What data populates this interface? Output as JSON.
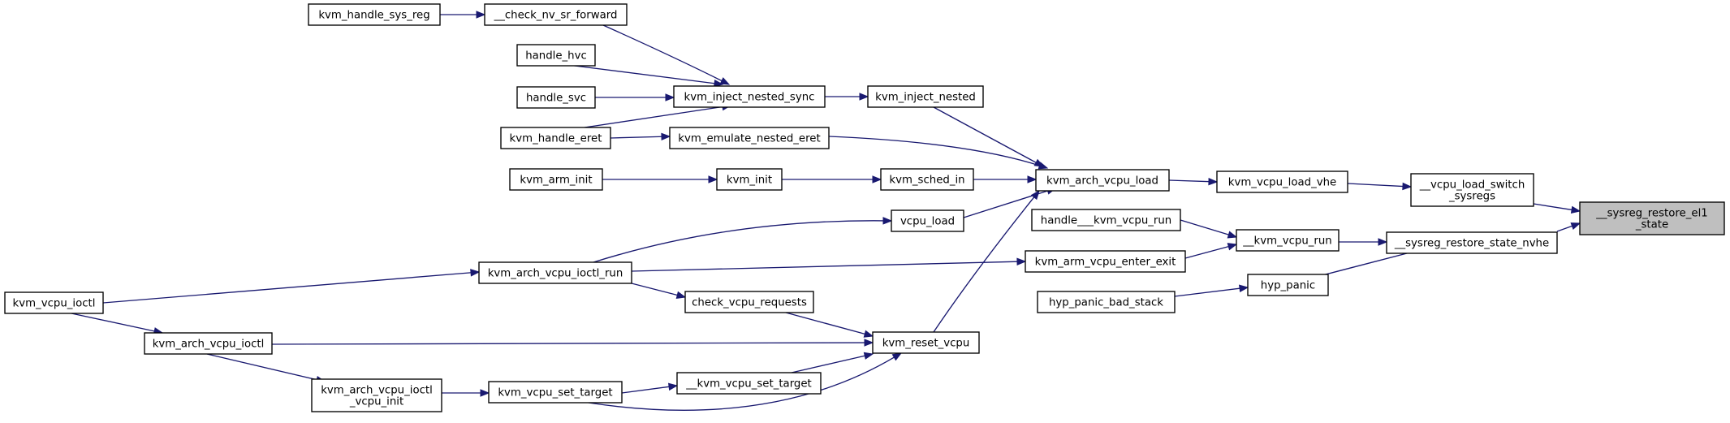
{
  "diagram": {
    "nodes": {
      "n_restore_el1": {
        "lines": [
          "__sysreg_restore_el1",
          "_state"
        ],
        "root": true
      },
      "n_load_switch": {
        "lines": [
          "__vcpu_load_switch",
          "_sysregs"
        ]
      },
      "n_restore_nvhe": {
        "lines": [
          "__sysreg_restore_state_nvhe"
        ]
      },
      "n_load_vhe": {
        "lines": [
          "kvm_vcpu_load_vhe"
        ]
      },
      "n_kvm_vcpu_run": {
        "lines": [
          "__kvm_vcpu_run"
        ]
      },
      "n_hyp_panic": {
        "lines": [
          "hyp_panic"
        ]
      },
      "n_arch_vcpu_load": {
        "lines": [
          "kvm_arch_vcpu_load"
        ]
      },
      "n_handle_kvm_vcpu_run": {
        "lines": [
          "handle___kvm_vcpu_run"
        ]
      },
      "n_enter_exit": {
        "lines": [
          "kvm_arm_vcpu_enter_exit"
        ]
      },
      "n_hyp_panic_bad_stack": {
        "lines": [
          "hyp_panic_bad_stack"
        ]
      },
      "n_inject_nested": {
        "lines": [
          "kvm_inject_nested"
        ]
      },
      "n_emulate_eret": {
        "lines": [
          "kvm_emulate_nested_eret"
        ]
      },
      "n_sched_in": {
        "lines": [
          "kvm_sched_in"
        ]
      },
      "n_vcpu_load": {
        "lines": [
          "vcpu_load"
        ]
      },
      "n_reset_vcpu": {
        "lines": [
          "kvm_reset_vcpu"
        ]
      },
      "n_inject_sync": {
        "lines": [
          "kvm_inject_nested_sync"
        ]
      },
      "n_kvm_init": {
        "lines": [
          "kvm_init"
        ]
      },
      "n_ioctl_run": {
        "lines": [
          "kvm_arch_vcpu_ioctl_run"
        ]
      },
      "n_check_requests": {
        "lines": [
          "check_vcpu_requests"
        ]
      },
      "n_arch_ioctl": {
        "lines": [
          "kvm_arch_vcpu_ioctl"
        ]
      },
      "n_ioctl_vcpu_init": {
        "lines": [
          "kvm_arch_vcpu_ioctl",
          "_vcpu_init"
        ]
      },
      "n_set_target": {
        "lines": [
          "kvm_vcpu_set_target"
        ]
      },
      "n___set_target": {
        "lines": [
          "__kvm_vcpu_set_target"
        ]
      },
      "n_check_nv_sr": {
        "lines": [
          "__check_nv_sr_forward"
        ]
      },
      "n_handle_hvc": {
        "lines": [
          "handle_hvc"
        ]
      },
      "n_handle_svc": {
        "lines": [
          "handle_svc"
        ]
      },
      "n_handle_eret": {
        "lines": [
          "kvm_handle_eret"
        ]
      },
      "n_handle_sys_reg": {
        "lines": [
          "kvm_handle_sys_reg"
        ]
      },
      "n_arm_init": {
        "lines": [
          "kvm_arm_init"
        ]
      },
      "n_vcpu_ioctl": {
        "lines": [
          "kvm_vcpu_ioctl"
        ]
      }
    },
    "edges": [
      {
        "from": "n_load_switch",
        "to": "n_restore_el1"
      },
      {
        "from": "n_restore_nvhe",
        "to": "n_restore_el1"
      },
      {
        "from": "n_load_vhe",
        "to": "n_load_switch"
      },
      {
        "from": "n_kvm_vcpu_run",
        "to": "n_restore_nvhe"
      },
      {
        "from": "n_hyp_panic",
        "to": "n_restore_nvhe"
      },
      {
        "from": "n_arch_vcpu_load",
        "to": "n_load_vhe"
      },
      {
        "from": "n_handle_kvm_vcpu_run",
        "to": "n_kvm_vcpu_run"
      },
      {
        "from": "n_enter_exit",
        "to": "n_kvm_vcpu_run"
      },
      {
        "from": "n_hyp_panic_bad_stack",
        "to": "n_hyp_panic"
      },
      {
        "from": "n_inject_nested",
        "to": "n_arch_vcpu_load"
      },
      {
        "from": "n_emulate_eret",
        "to": "n_arch_vcpu_load"
      },
      {
        "from": "n_sched_in",
        "to": "n_arch_vcpu_load"
      },
      {
        "from": "n_vcpu_load",
        "to": "n_arch_vcpu_load"
      },
      {
        "from": "n_reset_vcpu",
        "to": "n_arch_vcpu_load"
      },
      {
        "from": "n_inject_sync",
        "to": "n_inject_nested"
      },
      {
        "from": "n_kvm_init",
        "to": "n_sched_in"
      },
      {
        "from": "n_ioctl_run",
        "to": "n_vcpu_load"
      },
      {
        "from": "n_ioctl_run",
        "to": "n_enter_exit"
      },
      {
        "from": "n_ioctl_run",
        "to": "n_check_requests"
      },
      {
        "from": "n_check_requests",
        "to": "n_reset_vcpu"
      },
      {
        "from": "n_arch_ioctl",
        "to": "n_reset_vcpu"
      },
      {
        "from": "n___set_target",
        "to": "n_reset_vcpu"
      },
      {
        "from": "n_set_target",
        "to": "n_reset_vcpu"
      },
      {
        "from": "n_set_target",
        "to": "n___set_target"
      },
      {
        "from": "n_ioctl_vcpu_init",
        "to": "n_set_target"
      },
      {
        "from": "n_arch_ioctl",
        "to": "n_ioctl_vcpu_init"
      },
      {
        "from": "n_vcpu_ioctl",
        "to": "n_arch_ioctl"
      },
      {
        "from": "n_vcpu_ioctl",
        "to": "n_ioctl_run"
      },
      {
        "from": "n_check_nv_sr",
        "to": "n_inject_sync"
      },
      {
        "from": "n_handle_hvc",
        "to": "n_inject_sync"
      },
      {
        "from": "n_handle_svc",
        "to": "n_inject_sync"
      },
      {
        "from": "n_handle_eret",
        "to": "n_inject_sync"
      },
      {
        "from": "n_handle_eret",
        "to": "n_emulate_eret"
      },
      {
        "from": "n_handle_sys_reg",
        "to": "n_check_nv_sr"
      },
      {
        "from": "n_arm_init",
        "to": "n_kvm_init"
      }
    ]
  }
}
